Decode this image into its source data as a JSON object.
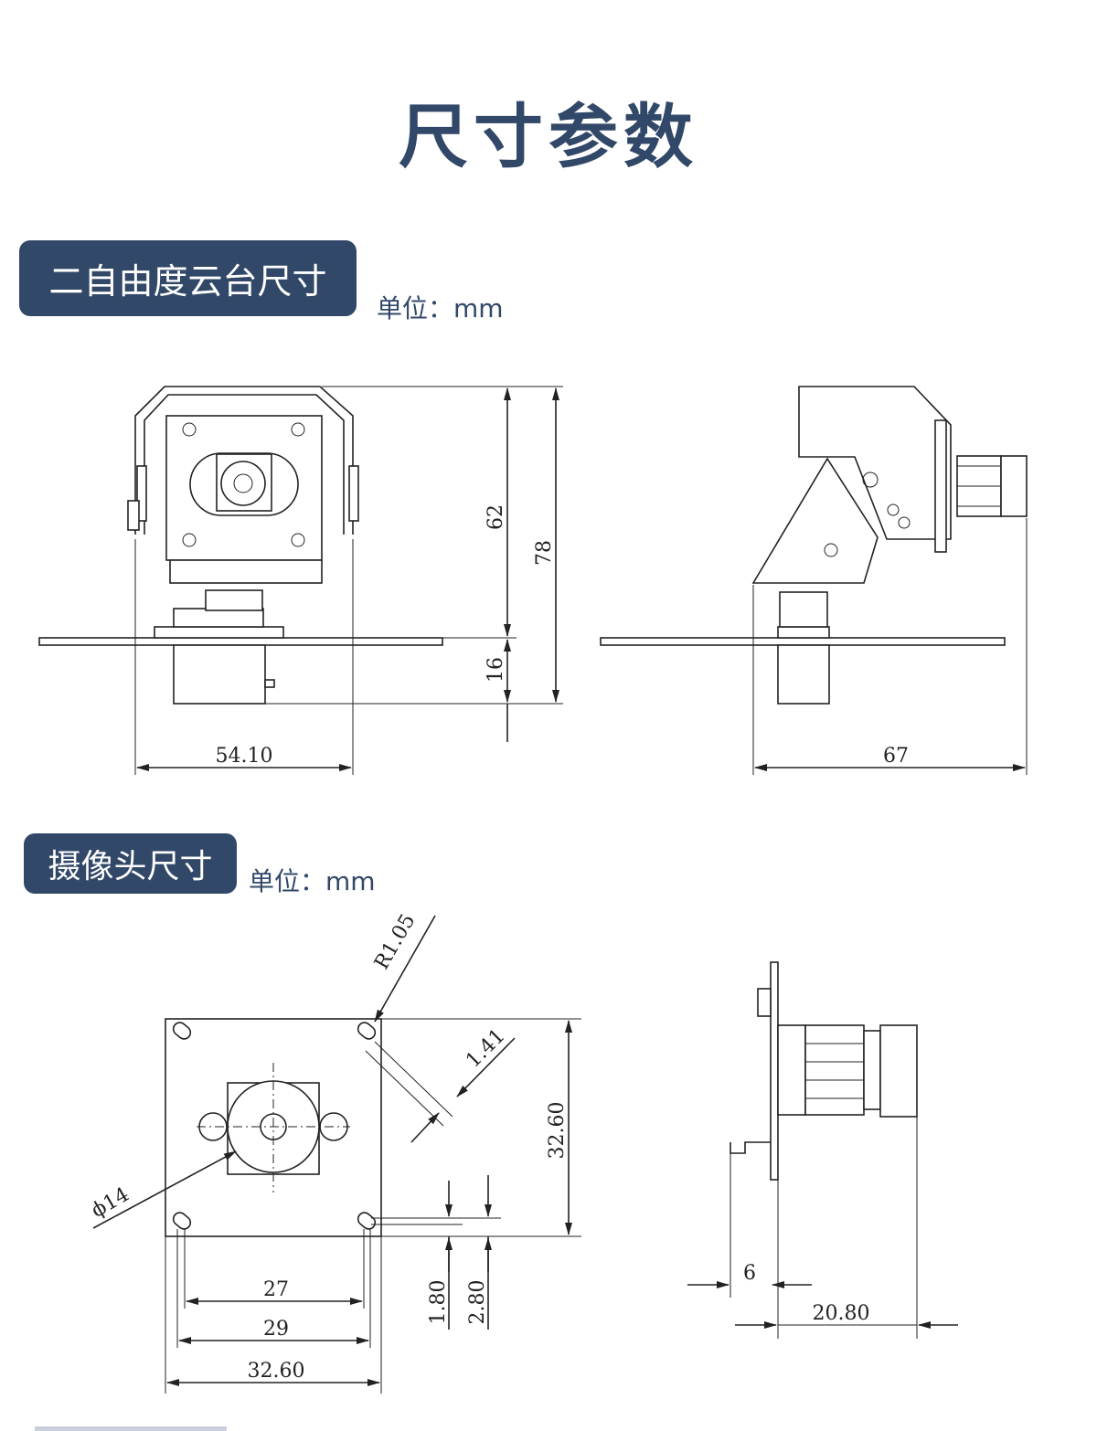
{
  "title": "尺寸参数",
  "sections": [
    {
      "tab": "二自由度云台尺寸",
      "unit": "单位：mm",
      "dimensions": {
        "height_upper": "62",
        "height_total": "78",
        "height_lower": "16",
        "width_front": "54.10",
        "width_side": "67"
      }
    },
    {
      "tab": "摄像头尺寸",
      "unit": "单位：mm",
      "dimensions": {
        "radius": "R1.05",
        "diameter": "ϕ14",
        "slot": "1.41",
        "board_height": "32.60",
        "hole_y1": "1.80",
        "hole_y2": "2.80",
        "hole_x1": "27",
        "hole_x2": "29",
        "board_width": "32.60",
        "side_a": "6",
        "side_b": "20.80"
      }
    }
  ],
  "colors": {
    "accent": "#324869",
    "line": "#222222"
  }
}
